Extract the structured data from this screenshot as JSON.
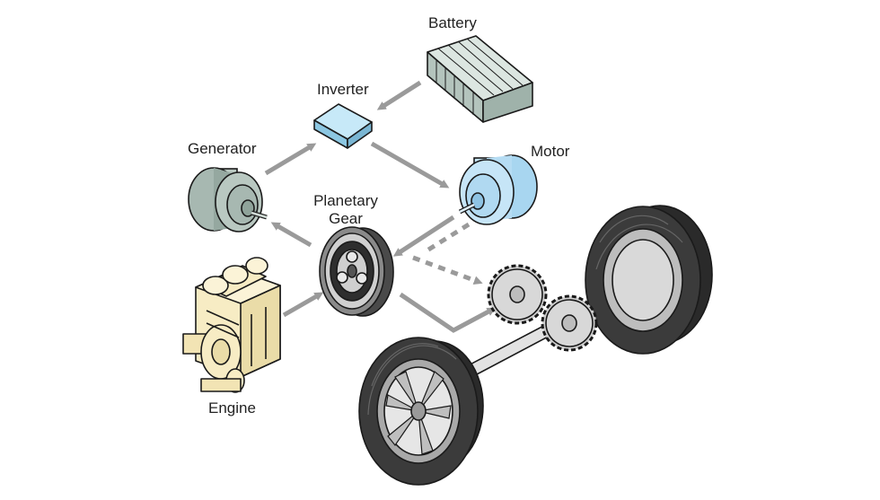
{
  "diagram": {
    "labels": {
      "battery": "Battery",
      "inverter": "Inverter",
      "generator": "Generator",
      "motor": "Motor",
      "planetary_gear_line1": "Planetary",
      "planetary_gear_line2": "Gear",
      "engine": "Engine"
    },
    "colors": {
      "battery": "#c9d6d0",
      "inverter": "#a9dcf2",
      "generator": "#a7b8b1",
      "motor": "#b5dcf3",
      "engine": "#f7ecc4",
      "arrow": "#9a9a9a",
      "tire": "#3a3a3a",
      "outline": "#1a1a1a"
    }
  }
}
